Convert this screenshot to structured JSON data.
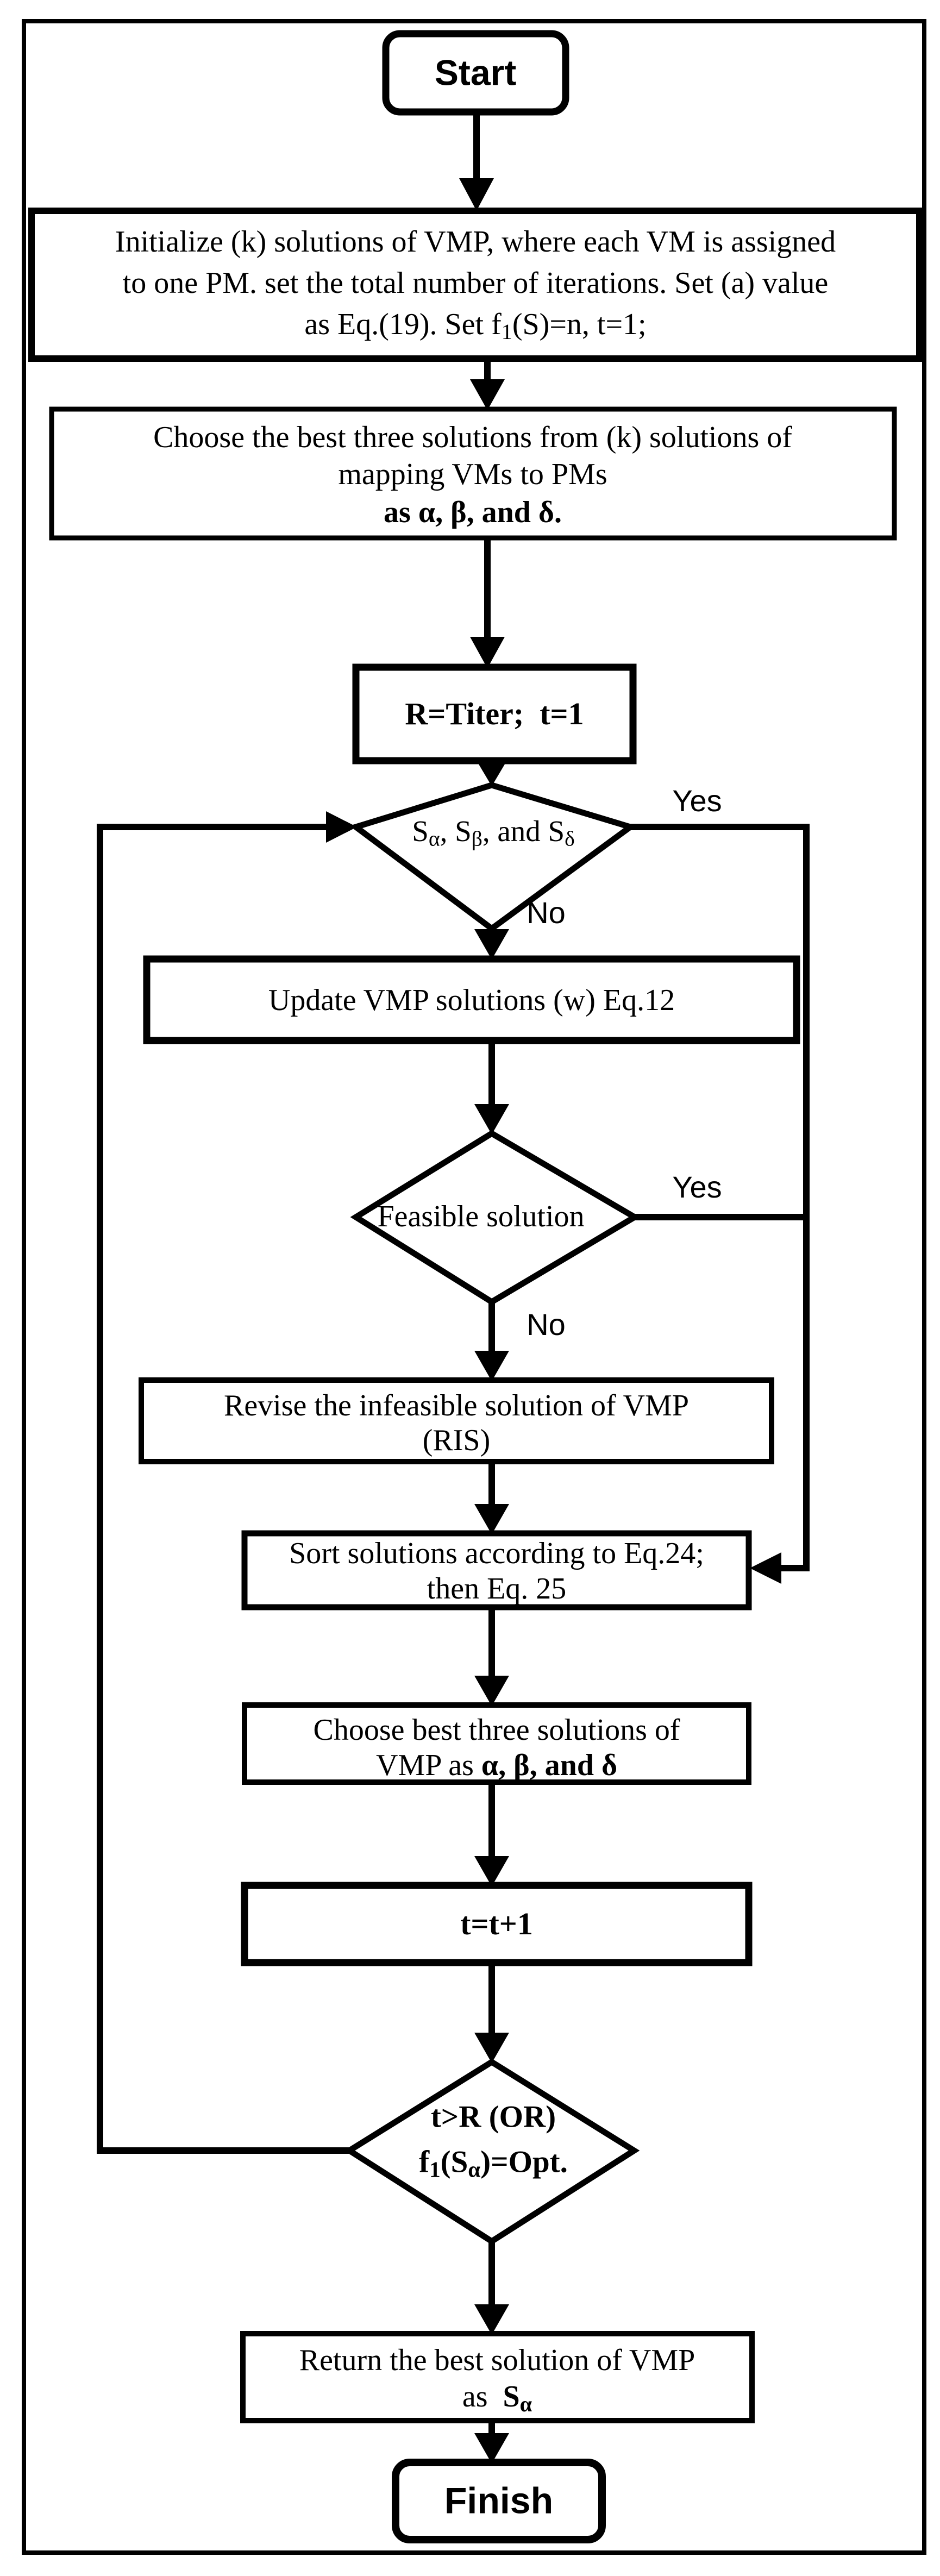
{
  "page": {
    "background": "#ffffff",
    "line_color": "#000000"
  },
  "nodes": {
    "start": {
      "label": "Start"
    },
    "init": {
      "line1": "Initialize (k) solutions of VMP, where each VM is assigned",
      "line2": "to one PM. set the total number of iterations. Set (a) value",
      "line3_pre": "as Eq.(19). Set f",
      "line3_sub": "1",
      "line3_post": "(S)=n, t=1;"
    },
    "choose1": {
      "line1": "Choose the best three solutions from (k) solutions of",
      "line2": "mapping VMs to PMs",
      "line3": "as α, β, and δ."
    },
    "riter": {
      "label": "R=Titer;  t=1"
    },
    "d1": {
      "p1": "S",
      "s1": "α",
      "p2": ", S",
      "s2": "β",
      "p3": ", and S",
      "s3": "δ",
      "yes": "Yes",
      "no": "No"
    },
    "update": {
      "label": "Update VMP solutions (w) Eq.12"
    },
    "d2": {
      "label": "Feasible solution",
      "yes": "Yes",
      "no": "No"
    },
    "revise": {
      "line1": "Revise the infeasible solution of VMP",
      "line2": "(RIS)"
    },
    "sort": {
      "line1": "Sort solutions according to Eq.24;",
      "line2": "then Eq. 25"
    },
    "choose2": {
      "line1": "Choose best three solutions of",
      "line2_pre": "VMP as ",
      "line2_bold": "α, β, and δ"
    },
    "tplus": {
      "label": "t=t+1"
    },
    "d3": {
      "line1": "t>R (OR)",
      "l2p1": "f",
      "l2s1": "1",
      "l2p2": "(S",
      "l2s2": "α",
      "l2p3": ")=Opt."
    },
    "return": {
      "line1": "Return the best solution of VMP",
      "line2_pre": "as  ",
      "line2_s": "S",
      "line2_sub": "α"
    },
    "finish": {
      "label": "Finish"
    }
  }
}
